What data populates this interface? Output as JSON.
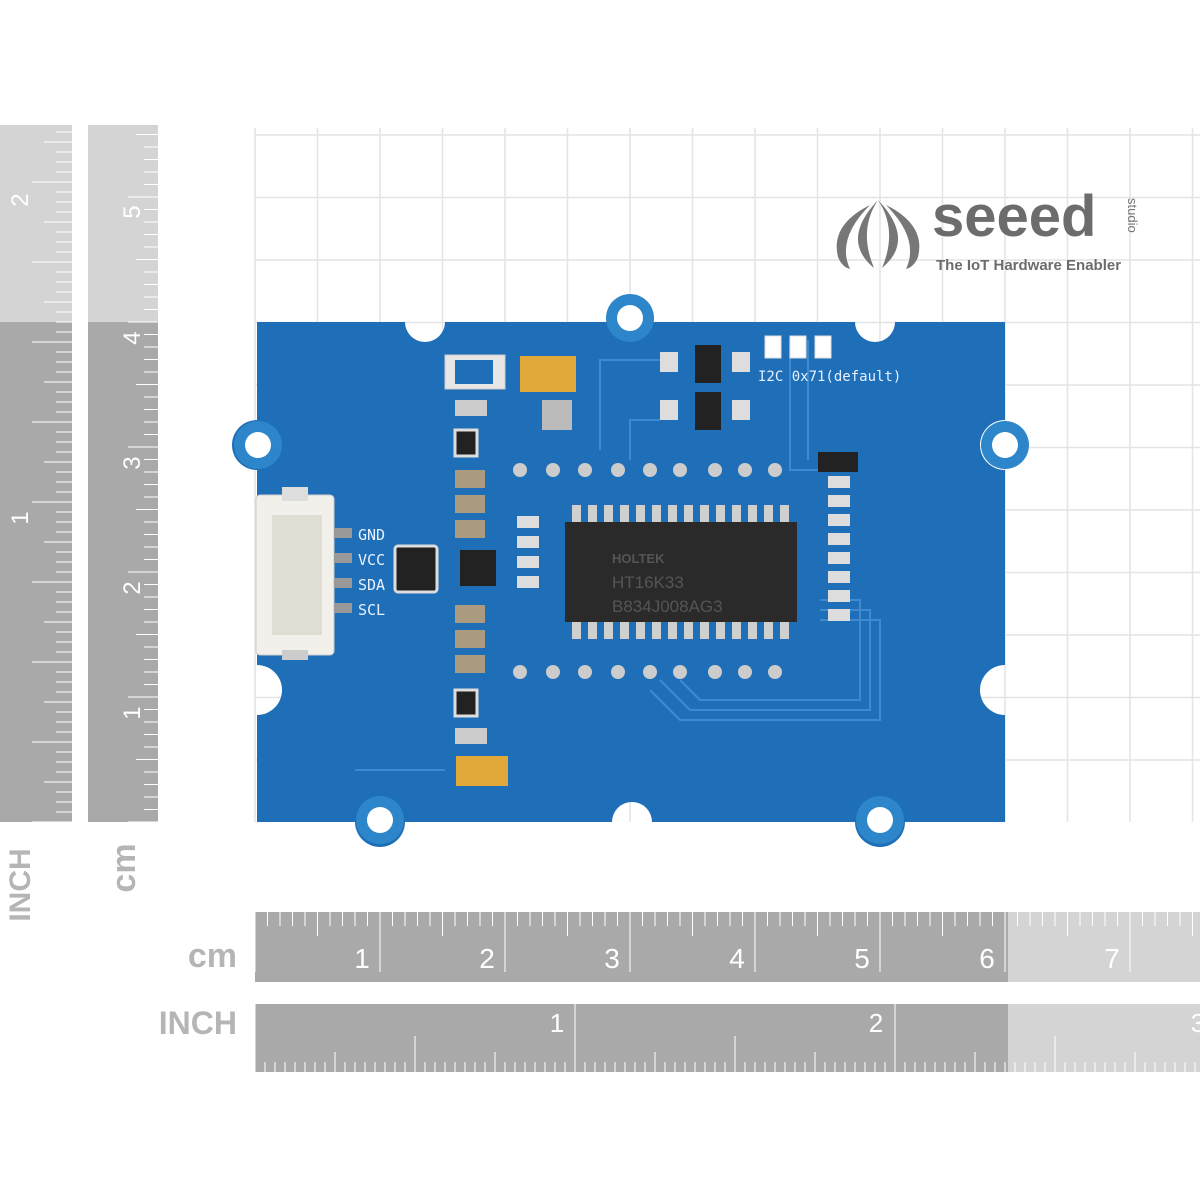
{
  "logo": {
    "brand": "seeed",
    "sub": "studio",
    "tagline": "The IoT Hardware Enabler"
  },
  "board": {
    "pins": [
      "GND",
      "VCC",
      "SDA",
      "SCL"
    ],
    "address_label": "I2C  0x71(default)",
    "chip": {
      "maker": "HOLTEK",
      "model": "HT16K33",
      "lot": "B834J008AG3"
    },
    "color": "#1f6fb8"
  },
  "rulers": {
    "left_inch_label": "INCH",
    "left_cm_label": "cm",
    "left_inch_ticks": [
      "2",
      "1"
    ],
    "left_cm_ticks": [
      "5",
      "4",
      "3",
      "2",
      "1"
    ],
    "bottom_cm_label": "cm",
    "bottom_inch_label": "INCH",
    "bottom_cm_ticks": [
      "1",
      "2",
      "3",
      "4",
      "5",
      "6",
      "7"
    ],
    "bottom_inch_ticks": [
      "1",
      "2",
      "3"
    ]
  }
}
